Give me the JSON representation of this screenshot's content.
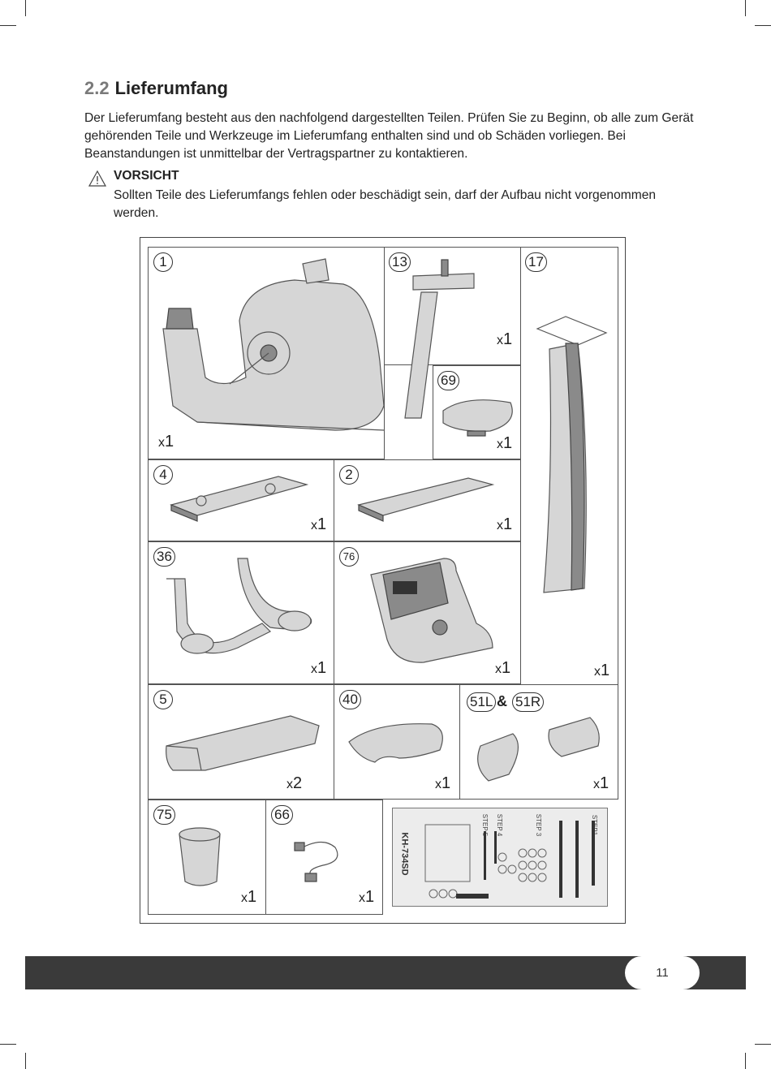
{
  "section": {
    "number": "2.2",
    "title": "Lieferumfang"
  },
  "intro": "Der Lieferumfang besteht aus den nachfolgend dargestellten Teilen. Prüfen Sie zu Beginn, ob alle zum Gerät gehörenden Teile und Werkzeuge im Lieferumfang enthalten sind und ob Schäden vorliegen. Bei Beanstandungen ist unmittelbar der Vertragspartner zu kontaktieren.",
  "caution": {
    "icon": "warning-triangle-icon",
    "title": "VORSICHT",
    "text": "Sollten Teile des Lieferumfangs fehlen oder beschädigt sein, darf der Aufbau nicht vorgenommen werden."
  },
  "parts": [
    {
      "id": "1",
      "qty_x": "x",
      "qty_n": "1"
    },
    {
      "id": "13",
      "qty_x": "x",
      "qty_n": "1"
    },
    {
      "id": "17",
      "qty_x": "x",
      "qty_n": "1"
    },
    {
      "id": "69",
      "qty_x": "x",
      "qty_n": "1"
    },
    {
      "id": "4",
      "qty_x": "x",
      "qty_n": "1"
    },
    {
      "id": "2",
      "qty_x": "x",
      "qty_n": "1"
    },
    {
      "id": "36",
      "qty_x": "x",
      "qty_n": "1"
    },
    {
      "id": "76",
      "qty_x": "x",
      "qty_n": "1"
    },
    {
      "id": "5",
      "qty_x": "x",
      "qty_n": "2"
    },
    {
      "id": "40",
      "qty_x": "x",
      "qty_n": "1"
    },
    {
      "id": "51L",
      "qty_x": "x",
      "qty_n": "1"
    },
    {
      "id": "51R"
    },
    {
      "id": "75",
      "qty_x": "x",
      "qty_n": "1"
    },
    {
      "id": "66",
      "qty_x": "x",
      "qty_n": "1"
    }
  ],
  "pedal_separator": "&",
  "hardware_card": {
    "model": "KH-734SD",
    "steps": [
      "STEP1",
      "STEP 3",
      "STEP 4",
      "STEP 5"
    ]
  },
  "page_number": "11"
}
